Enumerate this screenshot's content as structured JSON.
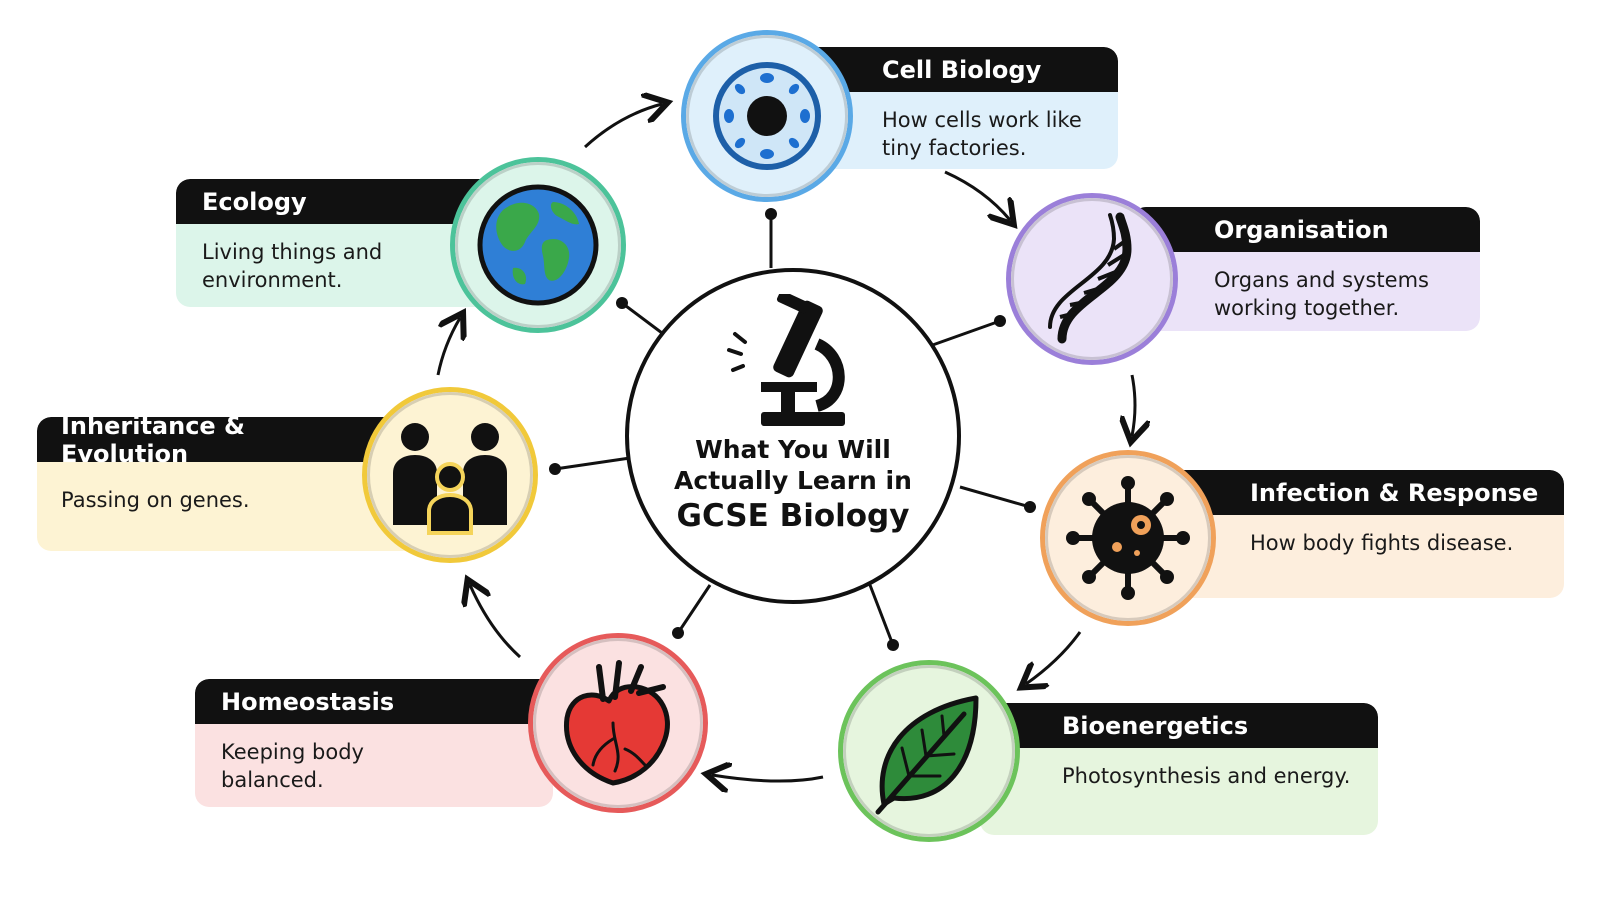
{
  "center": {
    "title_line1": "What You Will",
    "title_line2": "Actually Learn in",
    "title_line3": "GCSE Biology",
    "icon": "microscope-icon"
  },
  "topics": [
    {
      "id": "cell-biology",
      "title": "Cell Biology",
      "description": "How cells work like tiny factories.",
      "icon": "cell-icon",
      "color": "#5aa9e6",
      "bg": "#dff0fb"
    },
    {
      "id": "organisation",
      "title": "Organisation",
      "description": "Organs and systems working together.",
      "icon": "dna-icon",
      "color": "#9b7fd9",
      "bg": "#ebe3f8"
    },
    {
      "id": "infection-response",
      "title": "Infection & Response",
      "description": "How body fights disease.",
      "icon": "virus-icon",
      "color": "#f0a15a",
      "bg": "#fdeedd"
    },
    {
      "id": "bioenergetics",
      "title": "Bioenergetics",
      "description": "Photosynthesis and energy.",
      "icon": "leaf-icon",
      "color": "#6cc35b",
      "bg": "#e6f5de"
    },
    {
      "id": "homeostasis",
      "title": "Homeostasis",
      "description": "Keeping body balanced.",
      "icon": "heart-icon",
      "color": "#e65a5a",
      "bg": "#fbe1e1"
    },
    {
      "id": "inheritance-evolution",
      "title": "Inheritance & Evolution",
      "description": "Passing on genes.",
      "icon": "family-icon",
      "color": "#f1c93a",
      "bg": "#fdf3d3"
    },
    {
      "id": "ecology",
      "title": "Ecology",
      "description": "Living things and environment.",
      "icon": "globe-icon",
      "color": "#4cc39a",
      "bg": "#dcf5ea"
    }
  ],
  "colors": {
    "header": "#111111",
    "line": "#111111"
  }
}
